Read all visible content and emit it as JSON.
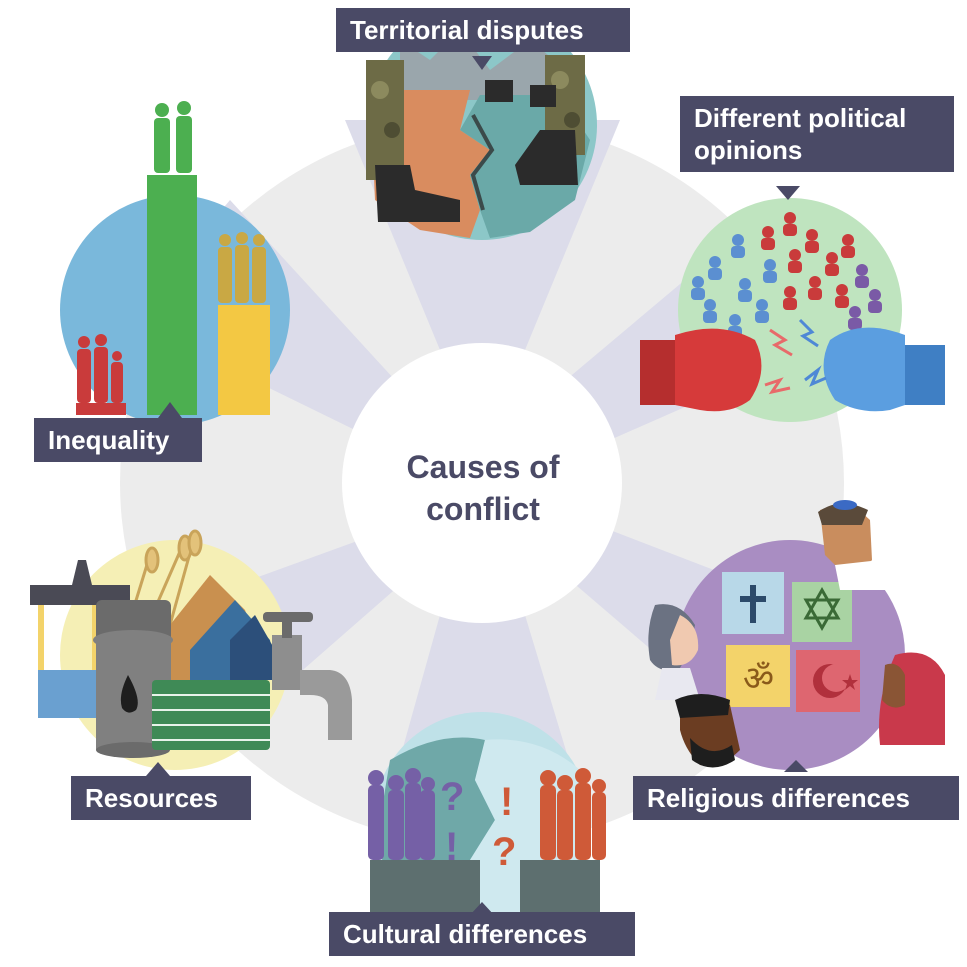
{
  "center": {
    "line1": "Causes of",
    "line2": "conflict"
  },
  "labels": {
    "territorial": "Territorial disputes",
    "political": "Different political opinions",
    "religious": "Religious differences",
    "cultural": "Cultural differences",
    "resources": "Resources",
    "inequality": "Inequality"
  },
  "colors": {
    "label_bg": "#4a4a66",
    "ring": "#ececec",
    "spoke": "#dcdcea",
    "territorial_circle": "#8cc7c8",
    "political_circle": "#bfe4bf",
    "religious_circle": "#a98dc2",
    "cultural_circle": "#8fc5c5",
    "resources_circle": "#f5efb5",
    "inequality_circle": "#7ab8db"
  }
}
